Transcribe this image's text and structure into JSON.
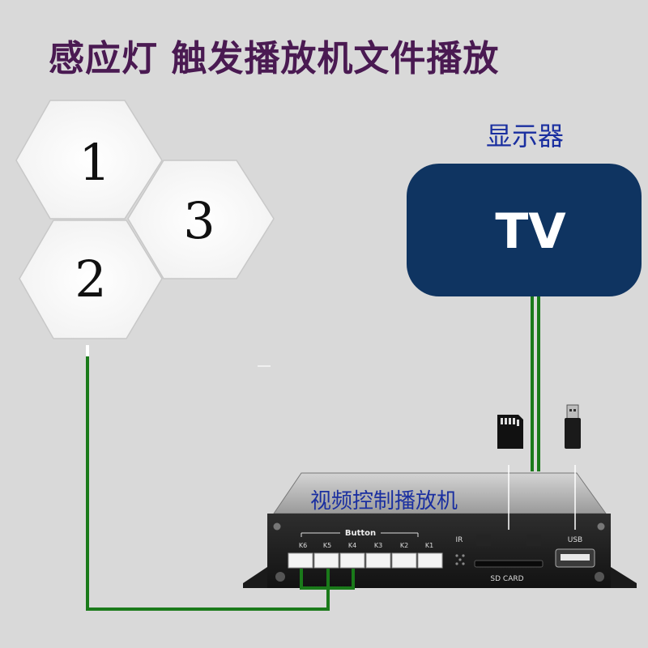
{
  "title": "感应灯  触发播放机文件播放",
  "display_label": "显示器",
  "tv_label": "TV",
  "hex_lights": [
    {
      "number": "1"
    },
    {
      "number": "2"
    },
    {
      "number": "3"
    }
  ],
  "player": {
    "label": "视频控制播放机",
    "button_header": "Button",
    "ports": [
      "K6",
      "K5",
      "K4",
      "K3",
      "K2",
      "K1"
    ],
    "ir_label": "IR",
    "sd_card_label": "SD CARD",
    "usb_label": "USB"
  },
  "colors": {
    "wire": "#1a7a1a",
    "tv_fill": "#0f3461",
    "title": "#4a1a52",
    "label": "#1a2fa0",
    "background": "#d9d9d9"
  }
}
